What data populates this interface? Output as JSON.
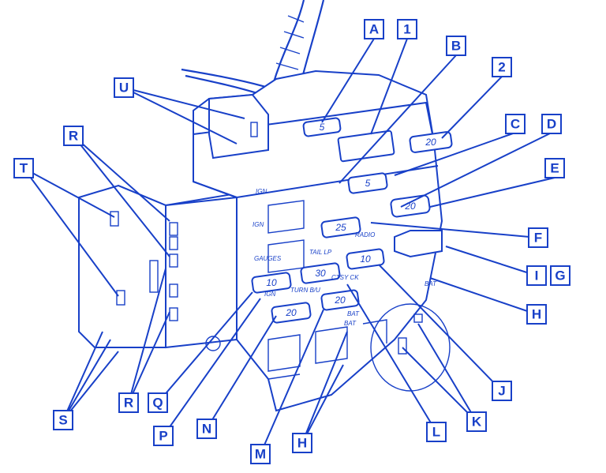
{
  "title": "Fuse block diagram",
  "colors": {
    "ink": "#1840c8",
    "background": "#ffffff"
  },
  "callouts": [
    "A",
    "1",
    "B",
    "2",
    "C",
    "D",
    "E",
    "F",
    "I",
    "G",
    "H",
    "J",
    "K",
    "L",
    "H",
    "M",
    "N",
    "P",
    "Q",
    "R",
    "S",
    "T",
    "R",
    "U"
  ],
  "fuses": [
    "5",
    "20",
    "5",
    "20",
    "25",
    "10",
    "10",
    "30",
    "20",
    "20"
  ],
  "slot_labels": [
    "IGN",
    "IGN",
    "GAUGES",
    "TAIL LP",
    "RADIO",
    "IGN",
    "TURN B/U",
    "CTSY CK",
    "BAT",
    "BAT",
    "BAT"
  ]
}
